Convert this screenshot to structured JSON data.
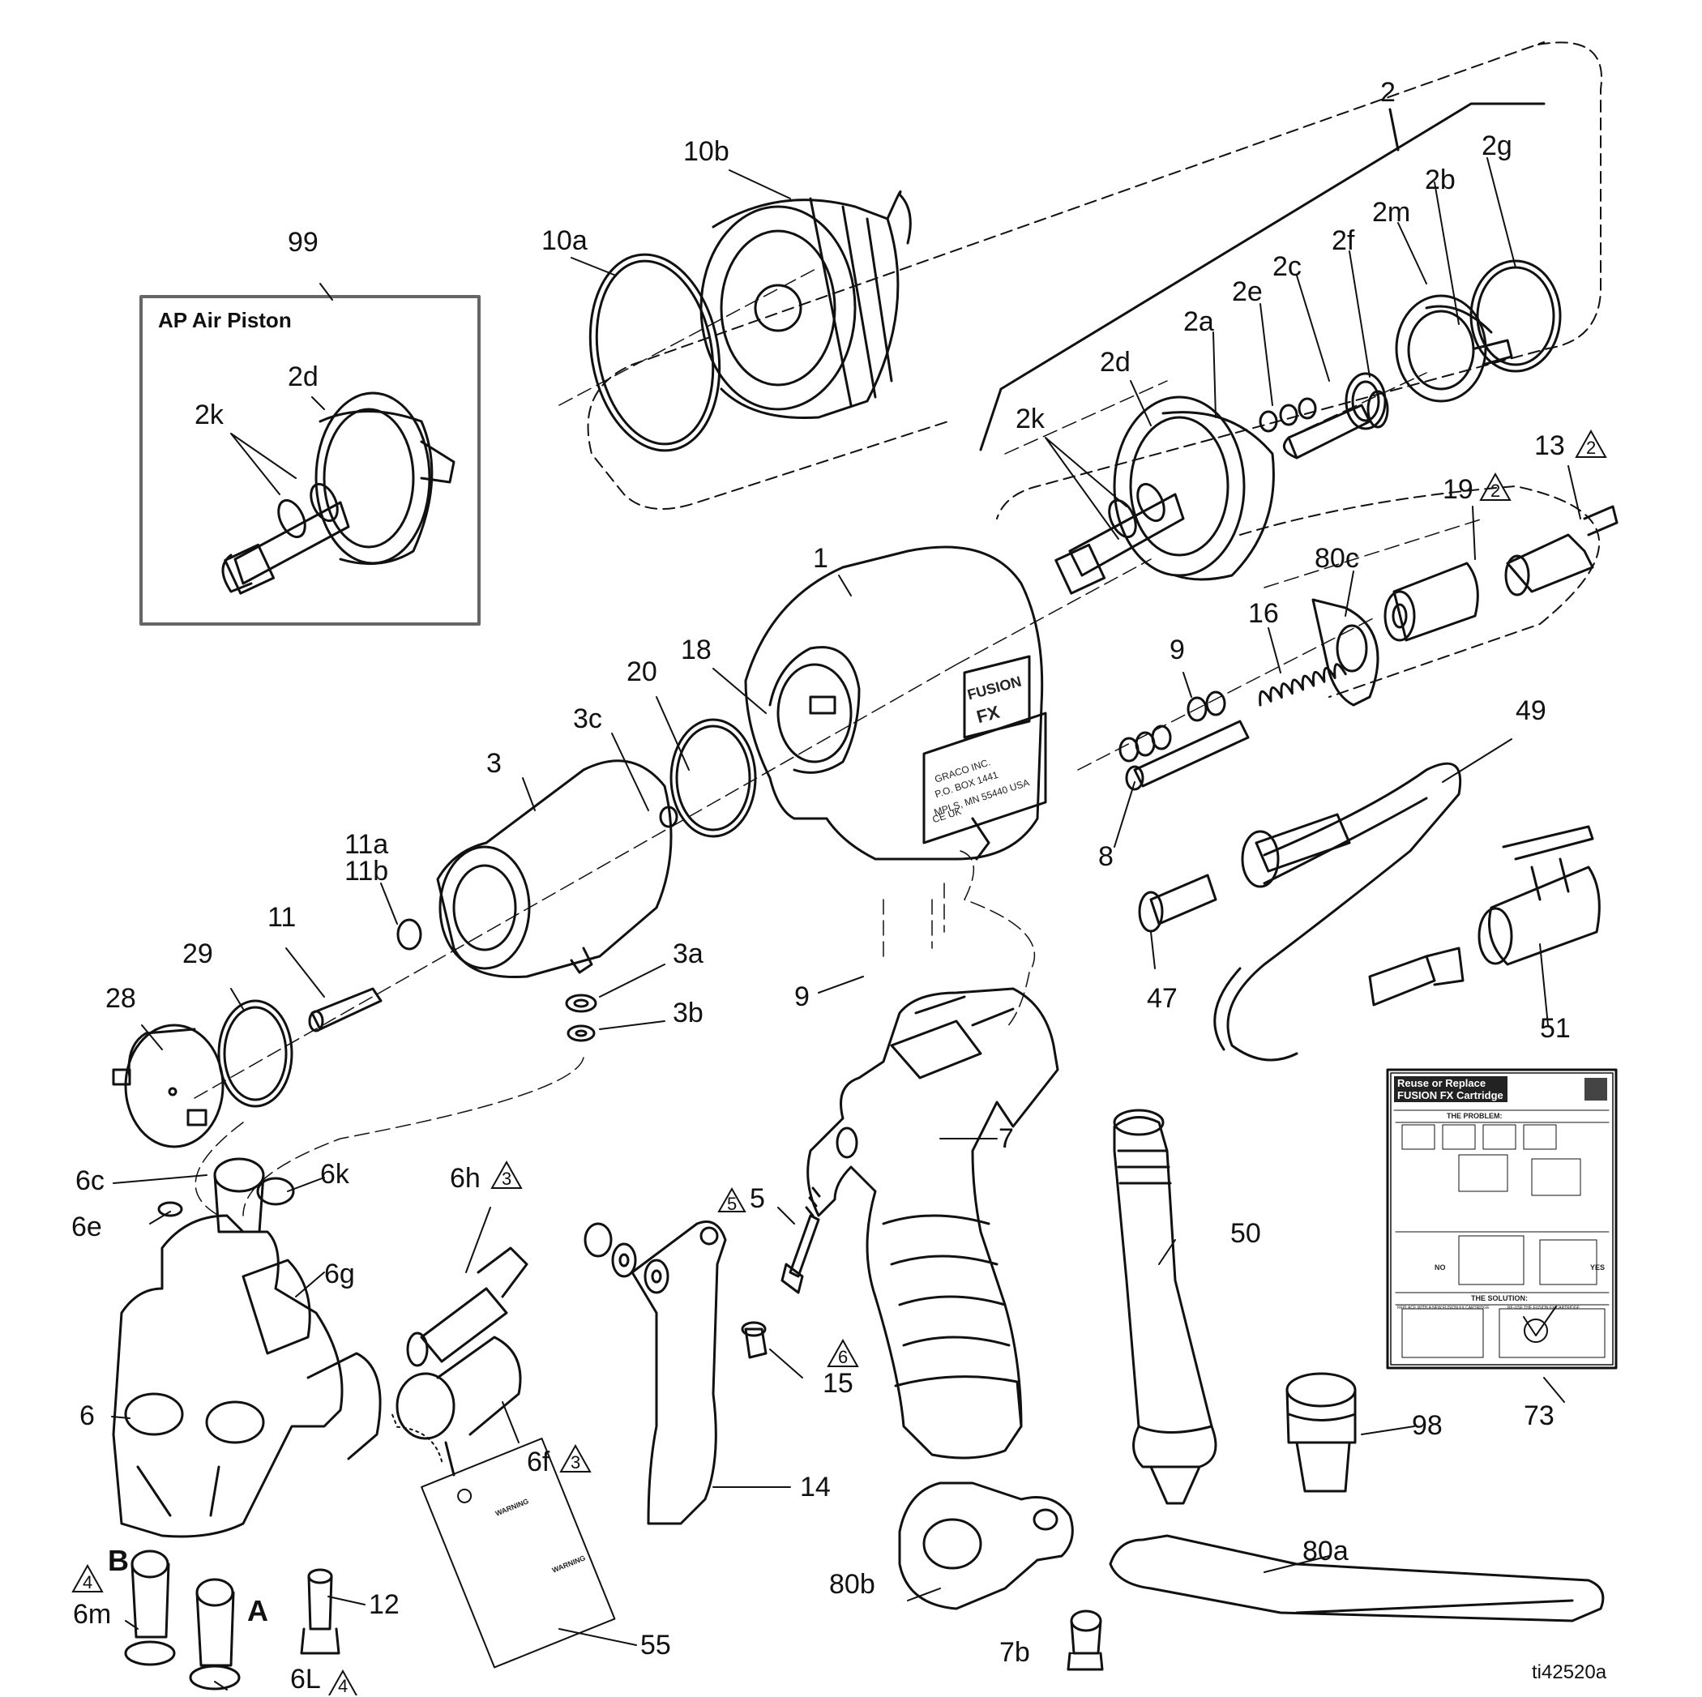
{
  "inset": {
    "title": "AP Air Piston"
  },
  "labels": {
    "l2": "2",
    "l2g": "2g",
    "l2b": "2b",
    "l2m": "2m",
    "l2f": "2f",
    "l2c": "2c",
    "l2e": "2e",
    "l2a": "2a",
    "l2d": "2d",
    "l2k": "2k",
    "l10b": "10b",
    "l10a": "10a",
    "l99": "99",
    "l2d_in": "2d",
    "l2k_in": "2k",
    "l13": "13",
    "l19": "19",
    "l80c": "80c",
    "l16": "16",
    "l9a": "9",
    "l1": "1",
    "l18": "18",
    "l20": "20",
    "l3c": "3c",
    "l3": "3",
    "l11a": "11a",
    "l11b": "11b",
    "l11": "11",
    "l29": "29",
    "l28": "28",
    "l3a": "3a",
    "l3b": "3b",
    "l9b": "9",
    "l8": "8",
    "l49": "49",
    "l47": "47",
    "l51": "51",
    "l7": "7",
    "l5": "5",
    "l6c": "6c",
    "l6k": "6k",
    "l6e": "6e",
    "l6g": "6g",
    "l6h": "6h",
    "l6": "6",
    "l6f": "6f",
    "l15": "15",
    "l14": "14",
    "l50": "50",
    "l98": "98",
    "l73": "73",
    "l80b": "80b",
    "l80a": "80a",
    "l7b": "7b",
    "l12": "12",
    "l55": "55",
    "l6m": "6m",
    "l6L": "6L",
    "lB": "B",
    "lA": "A",
    "ref": "ti42520a"
  },
  "notes": {
    "n2": "2",
    "n3": "3",
    "n4": "4",
    "n5": "5",
    "n6": "6"
  },
  "tool_marking": {
    "brand": "FUSION",
    "model": "FX",
    "address_lines": [
      "GRACO INC.",
      "P.O. BOX 1441",
      "MPLS, MN 55440 USA",
      "CE UK"
    ]
  },
  "card": {
    "title_line1": "Reuse or Replace",
    "title_line2": "FUSION FX Cartridge",
    "problem_heading": "THE PROBLEM:",
    "solution_heading": "THE SOLUTION:",
    "no_label": "NO",
    "yes_label": "YES",
    "replace_text": "REPLACE WITH A NEW FUSION FX CARTRIDGE",
    "reuse_text": "RE-USE THE FUSION FX CARTRIDGE"
  },
  "tag": {
    "warning": "WARNING"
  }
}
